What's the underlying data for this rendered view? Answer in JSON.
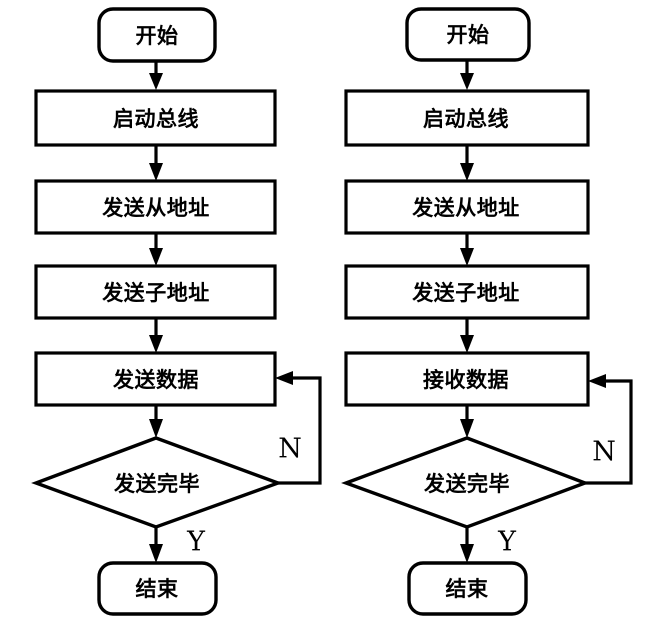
{
  "diagram": {
    "type": "flowchart",
    "orientation": "two-column",
    "description": "I2C bus master send and receive flowcharts",
    "background_color": "#ffffff",
    "line_color": "#000000",
    "fill_color": "#ffffff",
    "charts": [
      {
        "id": "left-flowchart",
        "name": "send-data-flow",
        "nodes": [
          {
            "id": "l-start",
            "shape": "terminal",
            "label": "开始"
          },
          {
            "id": "l-startbus",
            "shape": "process",
            "label": "启动总线"
          },
          {
            "id": "l-slaveadr",
            "shape": "process",
            "label": "发送从地址"
          },
          {
            "id": "l-subadr",
            "shape": "process",
            "label": "发送子地址"
          },
          {
            "id": "l-data",
            "shape": "process",
            "label": "发送数据"
          },
          {
            "id": "l-check",
            "shape": "decision",
            "label": "发送完毕"
          },
          {
            "id": "l-end",
            "shape": "terminal",
            "label": "结束"
          }
        ],
        "edges": [
          {
            "from": "l-start",
            "to": "l-startbus",
            "label": ""
          },
          {
            "from": "l-startbus",
            "to": "l-slaveadr",
            "label": ""
          },
          {
            "from": "l-slaveadr",
            "to": "l-subadr",
            "label": ""
          },
          {
            "from": "l-subadr",
            "to": "l-data",
            "label": ""
          },
          {
            "from": "l-data",
            "to": "l-check",
            "label": ""
          },
          {
            "from": "l-check",
            "to": "l-data",
            "label": "N"
          },
          {
            "from": "l-check",
            "to": "l-end",
            "label": "Y"
          }
        ]
      },
      {
        "id": "right-flowchart",
        "name": "receive-data-flow",
        "nodes": [
          {
            "id": "r-start",
            "shape": "terminal",
            "label": "开始"
          },
          {
            "id": "r-startbus",
            "shape": "process",
            "label": "启动总线"
          },
          {
            "id": "r-slaveadr",
            "shape": "process",
            "label": "发送从地址"
          },
          {
            "id": "r-subadr",
            "shape": "process",
            "label": "发送子地址"
          },
          {
            "id": "r-data",
            "shape": "process",
            "label": "接收数据"
          },
          {
            "id": "r-check",
            "shape": "decision",
            "label": "发送完毕"
          },
          {
            "id": "r-end",
            "shape": "terminal",
            "label": "结束"
          }
        ],
        "edges": [
          {
            "from": "r-start",
            "to": "r-startbus",
            "label": ""
          },
          {
            "from": "r-startbus",
            "to": "r-slaveadr",
            "label": ""
          },
          {
            "from": "r-slaveadr",
            "to": "r-subadr",
            "label": ""
          },
          {
            "from": "r-subadr",
            "to": "r-data",
            "label": ""
          },
          {
            "from": "r-data",
            "to": "r-check",
            "label": ""
          },
          {
            "from": "r-check",
            "to": "r-data",
            "label": "N"
          },
          {
            "from": "r-check",
            "to": "r-end",
            "label": "Y"
          }
        ]
      }
    ]
  }
}
